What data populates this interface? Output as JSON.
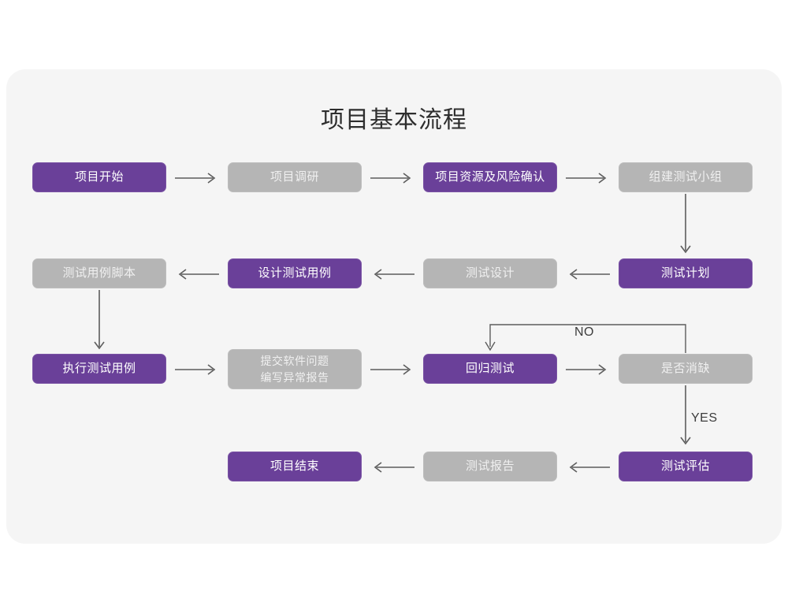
{
  "diagram": {
    "title": "项目基本流程",
    "colors": {
      "active": "#6a4099",
      "inactive": "#b5b5b5",
      "panel": "#f5f5f5",
      "page": "#ffffff",
      "connector": "#666666",
      "title_text": "#2e2e2e"
    },
    "nodes": [
      {
        "id": "n1",
        "label": "项目开始",
        "state": "active"
      },
      {
        "id": "n2",
        "label": "项目调研",
        "state": "inactive"
      },
      {
        "id": "n3",
        "label": "项目资源及风险确认",
        "state": "active"
      },
      {
        "id": "n4",
        "label": "组建测试小组",
        "state": "inactive"
      },
      {
        "id": "n5",
        "label": "测试计划",
        "state": "active"
      },
      {
        "id": "n6",
        "label": "测试设计",
        "state": "inactive"
      },
      {
        "id": "n7",
        "label": "设计测试用例",
        "state": "active"
      },
      {
        "id": "n8",
        "label": "测试用例脚本",
        "state": "inactive"
      },
      {
        "id": "n9",
        "label": "执行测试用例",
        "state": "active"
      },
      {
        "id": "n10",
        "label": "提交软件问题\n编写异常报告",
        "state": "inactive"
      },
      {
        "id": "n11",
        "label": "回归测试",
        "state": "active"
      },
      {
        "id": "n12",
        "label": "是否消缺",
        "state": "inactive"
      },
      {
        "id": "n13",
        "label": "测试评估",
        "state": "active"
      },
      {
        "id": "n14",
        "label": "测试报告",
        "state": "inactive"
      },
      {
        "id": "n15",
        "label": "项目结束",
        "state": "active"
      }
    ],
    "edge_labels": {
      "no": "NO",
      "yes": "YES"
    }
  }
}
